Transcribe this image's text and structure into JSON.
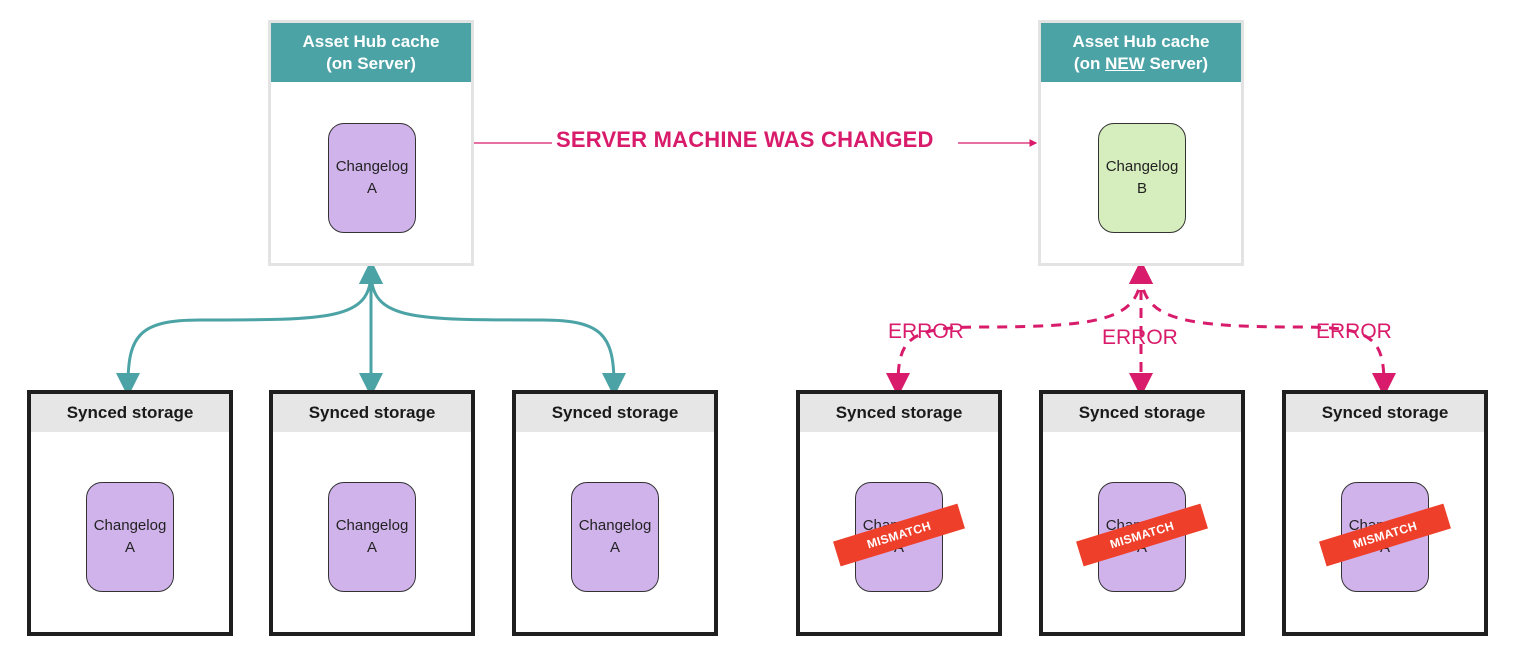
{
  "left_server": {
    "title_line1": "Asset Hub cache",
    "title_line2": "(on Server)",
    "changelog_word": "Changelog",
    "changelog_id": "A"
  },
  "right_server": {
    "title_line1": "Asset Hub cache",
    "title_line2_pre": "(on ",
    "title_line2_emph": "NEW",
    "title_line2_post": " Server)",
    "changelog_word": "Changelog",
    "changelog_id": "B"
  },
  "banner": "SERVER MACHINE WAS CHANGED",
  "storages": [
    {
      "title": "Synced storage",
      "changelog_word": "Changelog",
      "changelog_id": "A"
    },
    {
      "title": "Synced storage",
      "changelog_word": "Changelog",
      "changelog_id": "A"
    },
    {
      "title": "Synced storage",
      "changelog_word": "Changelog",
      "changelog_id": "A"
    },
    {
      "title": "Synced storage",
      "changelog_word": "Changelog",
      "changelog_id": "A",
      "badge": "MISMATCH"
    },
    {
      "title": "Synced storage",
      "changelog_word": "Changelog",
      "changelog_id": "A",
      "badge": "MISMATCH"
    },
    {
      "title": "Synced storage",
      "changelog_word": "Changelog",
      "changelog_id": "A",
      "badge": "MISMATCH"
    }
  ],
  "error_labels": [
    "ERROR",
    "ERROR",
    "ERROR"
  ],
  "colors": {
    "teal": "#4ca3a6",
    "magenta": "#d81b6a",
    "purple_changelog": "#d1b3ec",
    "green_changelog": "#d6edbd",
    "mismatch_red": "#ee3f2a"
  }
}
